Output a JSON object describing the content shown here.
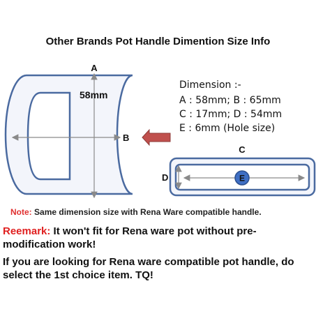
{
  "title": "Other Brands Pot Handle Dimention Size Info",
  "labels": {
    "a": "A",
    "b": "B",
    "c": "C",
    "d": "D",
    "e": "E",
    "a_measure": "58mm"
  },
  "dimensions": {
    "heading": "Dimension :-",
    "lines": [
      "A : 58mm; B : 65mm",
      "C : 17mm; D : 54mm",
      "E : 6mm (Hole size)"
    ]
  },
  "note": {
    "label": "Note:",
    "text": "Same dimension size with Rena Ware compatible handle."
  },
  "remark": {
    "label": "Reemark:",
    "text": "It won't fit for Rena ware pot without pre-modification work!"
  },
  "advice": "If you are looking for Rena ware compatible pot handle, do select the 1st choice item. TQ!",
  "colors": {
    "outline": "#4a6aa0",
    "fill": "#f3f5fb",
    "arrow": "#c0504d",
    "hole": "#3f6fc4",
    "note_label": "#e03030",
    "remark_label": "#e02020"
  }
}
